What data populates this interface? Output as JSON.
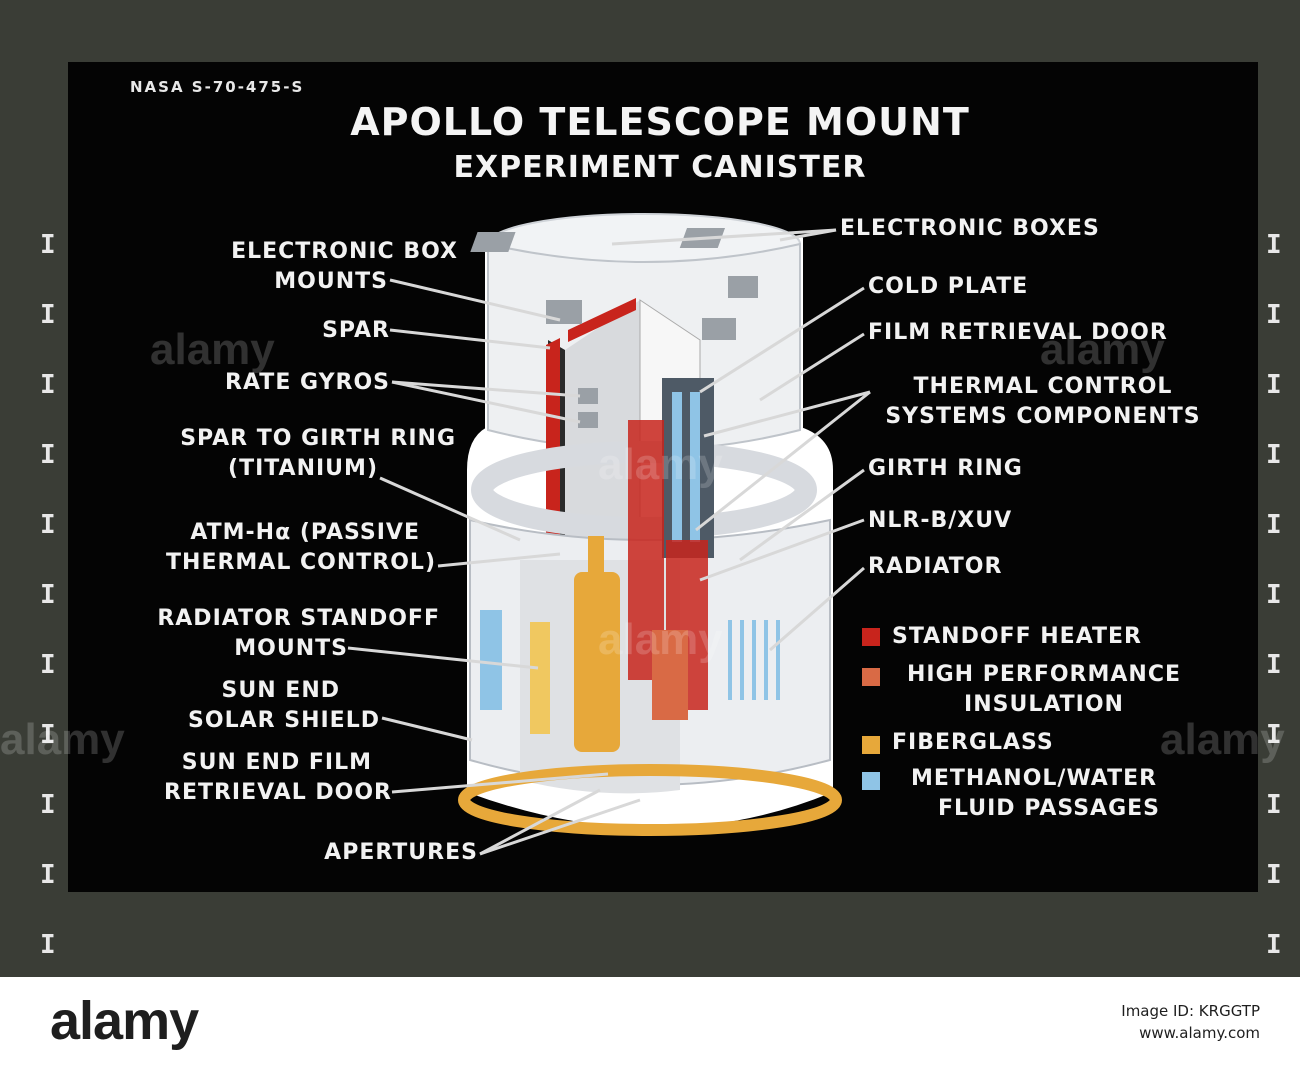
{
  "header": {
    "code": "NASA S-70-475-S",
    "title": "APOLLO TELESCOPE MOUNT",
    "subtitle": "EXPERIMENT CANISTER"
  },
  "labels_left": [
    {
      "line1": "ELECTRONIC BOX",
      "line2": "MOUNTS"
    },
    {
      "line1": "SPAR"
    },
    {
      "line1": "RATE GYROS"
    },
    {
      "line1": "SPAR TO GIRTH RING",
      "line2": "(TITANIUM)"
    },
    {
      "line1": "ATM-Hα (PASSIVE",
      "line2": "THERMAL CONTROL)"
    },
    {
      "line1": "RADIATOR STANDOFF",
      "line2": "MOUNTS"
    },
    {
      "line1": "SUN END",
      "line2": "SOLAR SHIELD"
    },
    {
      "line1": "SUN END FILM",
      "line2": "RETRIEVAL DOOR"
    },
    {
      "line1": "APERTURES"
    }
  ],
  "labels_right": [
    {
      "line1": "ELECTRONIC BOXES"
    },
    {
      "line1": "COLD PLATE"
    },
    {
      "line1": "FILM RETRIEVAL DOOR"
    },
    {
      "line1": "THERMAL CONTROL",
      "line2": "SYSTEMS COMPONENTS"
    },
    {
      "line1": "GIRTH RING"
    },
    {
      "line1": "NLR-B/XUV"
    },
    {
      "line1": "RADIATOR"
    }
  ],
  "legend": [
    {
      "line1": "STANDOFF HEATER",
      "color": "#c8241c"
    },
    {
      "line1": "HIGH PERFORMANCE",
      "line2": "INSULATION",
      "color": "#d96a45"
    },
    {
      "line1": "FIBERGLASS",
      "color": "#e7a83a"
    },
    {
      "line1": "METHANOL/WATER",
      "line2": "FLUID PASSAGES",
      "color": "#8fc4e6"
    }
  ],
  "side_marks": "I\nI\nI\nI\nI\nI\nI\nI\nI\nI\nI\nI",
  "watermarks": [
    "alamy",
    "alamy",
    "alamy",
    "alamy",
    "alamy",
    "alamy"
  ],
  "footer": {
    "brand": "alamy",
    "image_id_label": "Image ID: KRGGTP",
    "site": "www.alamy.com"
  }
}
